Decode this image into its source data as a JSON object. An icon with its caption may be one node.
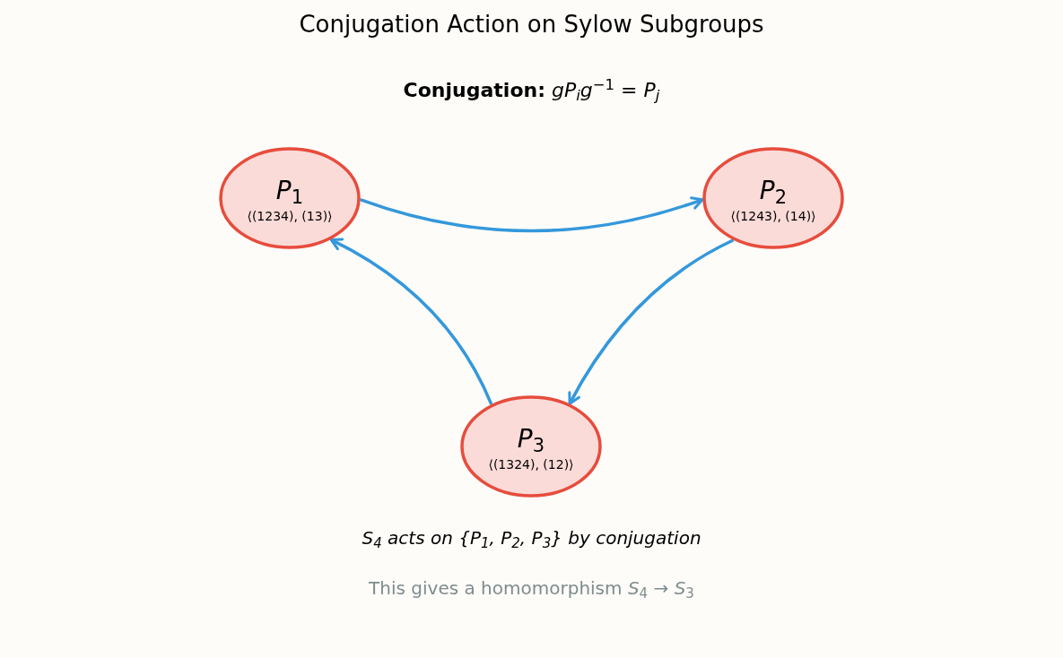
{
  "diagram": {
    "title": "Conjugation Action on Sylow Subgroups",
    "nodes": [
      {
        "text": [
          "*P*$_{1}$",
          "⟨(1234), (13)⟩"
        ]
      },
      {
        "text": [
          "*P*$_{2}$",
          "⟨(1243), (14)⟩"
        ]
      },
      {
        "text": [
          "*P*$_{3}$",
          "⟨(1324), (12)⟩"
        ]
      }
    ],
    "edges": [
      {
        "from": 0,
        "to": 1,
        "arrow": "to"
      },
      {
        "from": 1,
        "to": 2,
        "arrow": "to"
      },
      {
        "from": 2,
        "to": 0,
        "arrow": "to"
      }
    ],
    "labels": [
      "**Conjugation:** *gP*$_{i}$*g*$^{−1}$ = *P*$_{j}$",
      "S$_{4}$ acts on {P$_{1}$, P$_{2}$, P$_{3}$} by conjugation",
      "This gives a homomorphism *S*$_{4}$ → *S*$_{3}$"
    ]
  }
}
